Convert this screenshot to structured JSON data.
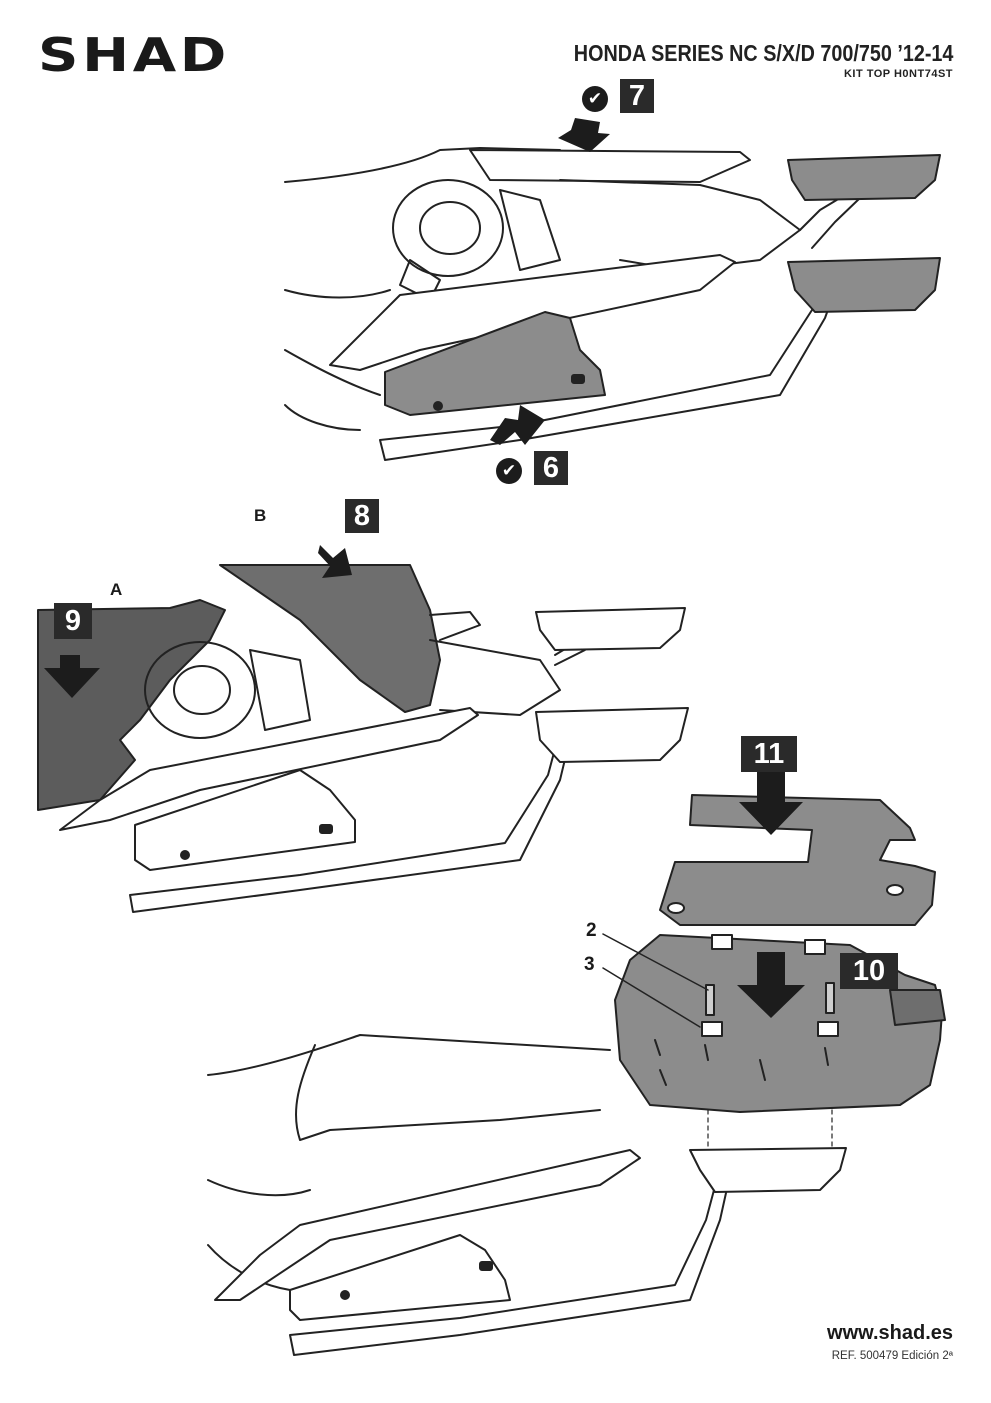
{
  "brand": {
    "logo_text": "SHAD"
  },
  "header": {
    "title": "HONDA SERIES NC S/X/D 700/750 ’12-14",
    "kit": "KIT TOP H0NT74ST"
  },
  "steps": {
    "s6": "6",
    "s7": "7",
    "s8": "8",
    "s9": "9",
    "s10": "10",
    "s11": "11"
  },
  "check_icon": "checkmark-icon",
  "letters": {
    "a": "A",
    "b": "B"
  },
  "callouts": {
    "c2": "2",
    "c3": "3"
  },
  "footer": {
    "website": "www.shad.es",
    "ref": "REF. 500479 Edición 2ª"
  },
  "colors": {
    "badge_bg": "#2a2a2a",
    "part_fill": "#8c8c8c",
    "part_dark": "#6e6e6e",
    "line": "#222222"
  }
}
